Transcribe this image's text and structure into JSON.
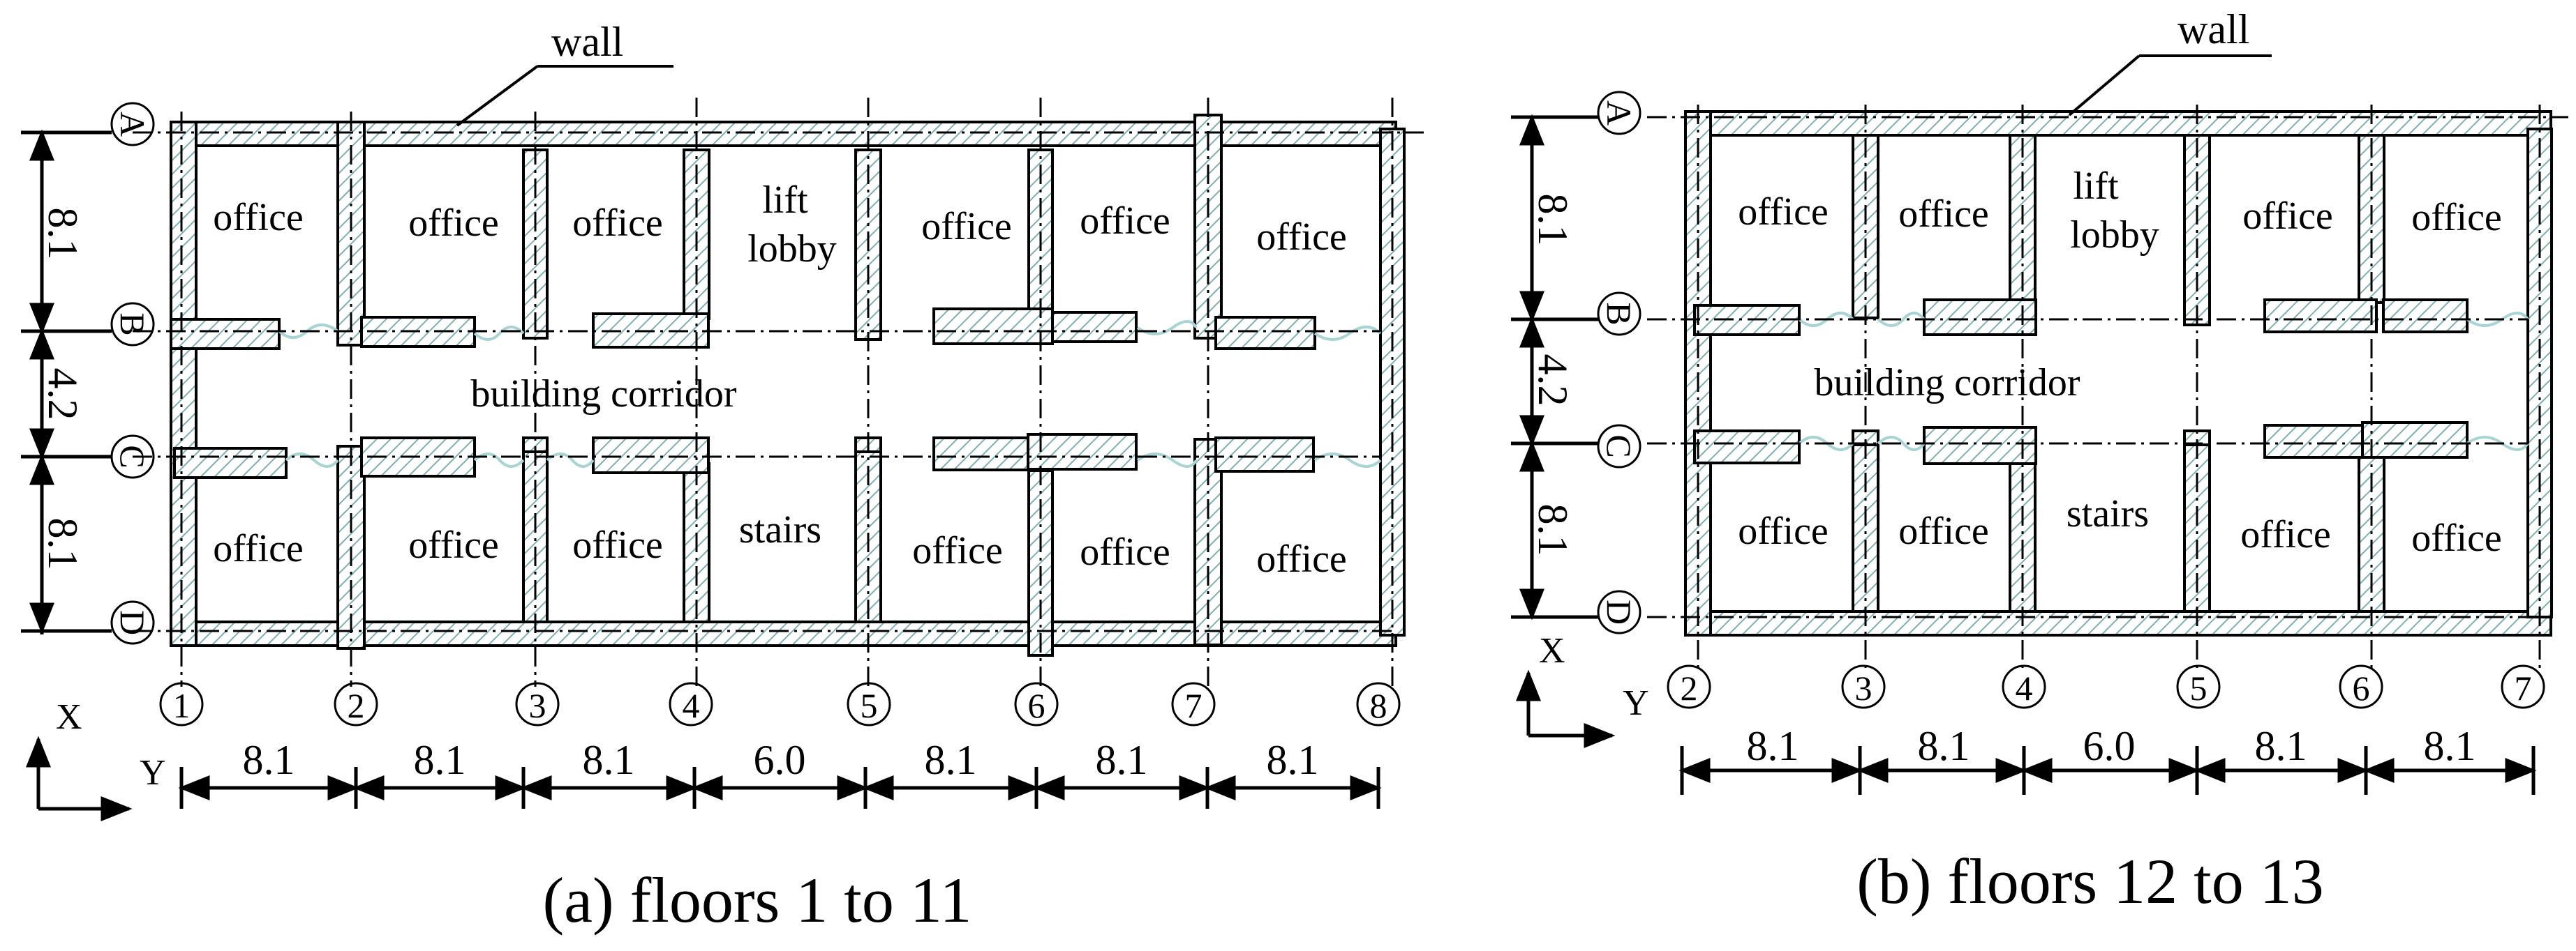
{
  "panels": [
    {
      "id": "a",
      "caption": "(a)  floors 1 to 11",
      "wall_label": "wall",
      "column_labels": [
        "1",
        "2",
        "3",
        "4",
        "5",
        "6",
        "7",
        "8"
      ],
      "row_labels": [
        "A",
        "B",
        "C",
        "D"
      ],
      "x_spacings": [
        "8.1",
        "8.1",
        "8.1",
        "6.0",
        "8.1",
        "8.1",
        "8.1"
      ],
      "y_spacings": [
        "8.1",
        "4.2",
        "8.1"
      ],
      "rooms_top": [
        "office",
        "office",
        "office",
        "lift lobby",
        "office",
        "office",
        "office"
      ],
      "corridor": "building corridor",
      "rooms_bottom": [
        "office",
        "office",
        "office",
        "stairs",
        "office",
        "office",
        "office"
      ],
      "axis_x": "X",
      "axis_y": "Y"
    },
    {
      "id": "b",
      "caption": "(b) floors 12 to 13",
      "wall_label": "wall",
      "column_labels": [
        "2",
        "3",
        "4",
        "5",
        "6",
        "7"
      ],
      "row_labels": [
        "A",
        "B",
        "C",
        "D"
      ],
      "x_spacings": [
        "8.1",
        "8.1",
        "6.0",
        "8.1",
        "8.1"
      ],
      "y_spacings": [
        "8.1",
        "4.2",
        "8.1"
      ],
      "rooms_top": [
        "office",
        "office",
        "lift lobby",
        "office",
        "office"
      ],
      "corridor": "building corridor",
      "rooms_bottom": [
        "office",
        "office",
        "stairs",
        "office",
        "office"
      ],
      "axis_x": "X",
      "axis_y": "Y"
    }
  ],
  "colors": {
    "ink": "#000000",
    "hatch": "#7fb0b0",
    "wave": "#a9d4d4"
  }
}
